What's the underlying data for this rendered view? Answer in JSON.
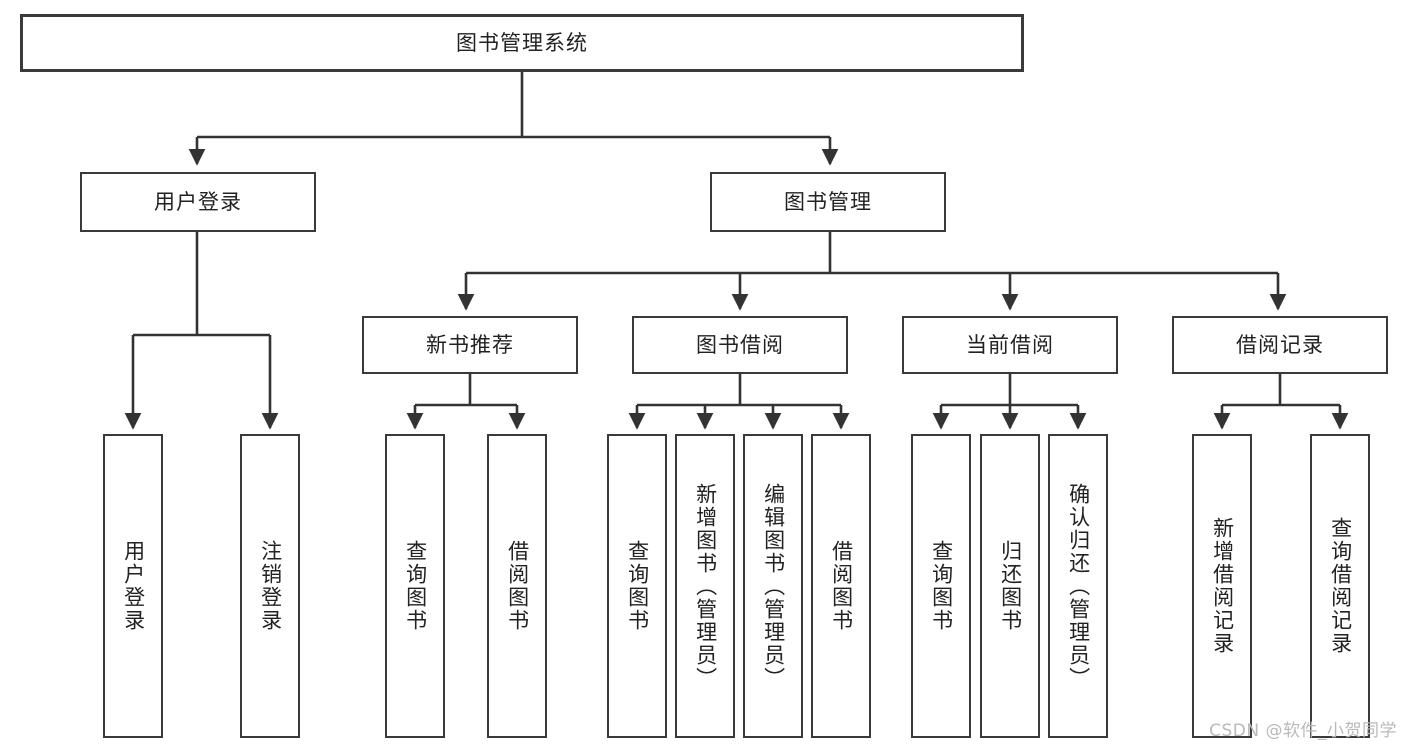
{
  "diagram": {
    "title": "图书管理系统",
    "type": "tree",
    "watermark": "CSDN @软件_小贺同学",
    "colors": {
      "node_border": "#3a3a3a",
      "node_fill": "#ffffff",
      "connector": "#333333",
      "text": "#222222",
      "watermark": "#b9b9b9"
    },
    "levels": {
      "root": "图书管理系统",
      "level2": [
        "用户登录",
        "图书管理"
      ],
      "level3": [
        "新书推荐",
        "图书借阅",
        "当前借阅",
        "借阅记录"
      ]
    },
    "nodes": {
      "root": {
        "label": "图书管理系统"
      },
      "user_login": {
        "label": "用户登录"
      },
      "book_manage": {
        "label": "图书管理"
      },
      "new_book_rec": {
        "label": "新书推荐"
      },
      "book_borrow": {
        "label": "图书借阅"
      },
      "current_borrow": {
        "label": "当前借阅"
      },
      "borrow_record": {
        "label": "借阅记录"
      },
      "leaf_user_login": {
        "label": "用户登录"
      },
      "leaf_logout": {
        "label": "注销登录"
      },
      "leaf_query_book_1": {
        "label": "查询图书"
      },
      "leaf_borrow_book_1": {
        "label": "借阅图书"
      },
      "leaf_query_book_2": {
        "label": "查询图书"
      },
      "leaf_add_book": {
        "label": "新增图书（管理员）"
      },
      "leaf_edit_book": {
        "label": "编辑图书（管理员）"
      },
      "leaf_borrow_book_2": {
        "label": "借阅图书"
      },
      "leaf_query_book_3": {
        "label": "查询图书"
      },
      "leaf_return_book": {
        "label": "归还图书"
      },
      "leaf_confirm_return": {
        "label": "确认归还（管理员）"
      },
      "leaf_add_record": {
        "label": "新增借阅记录"
      },
      "leaf_query_record": {
        "label": "查询借阅记录"
      }
    }
  }
}
